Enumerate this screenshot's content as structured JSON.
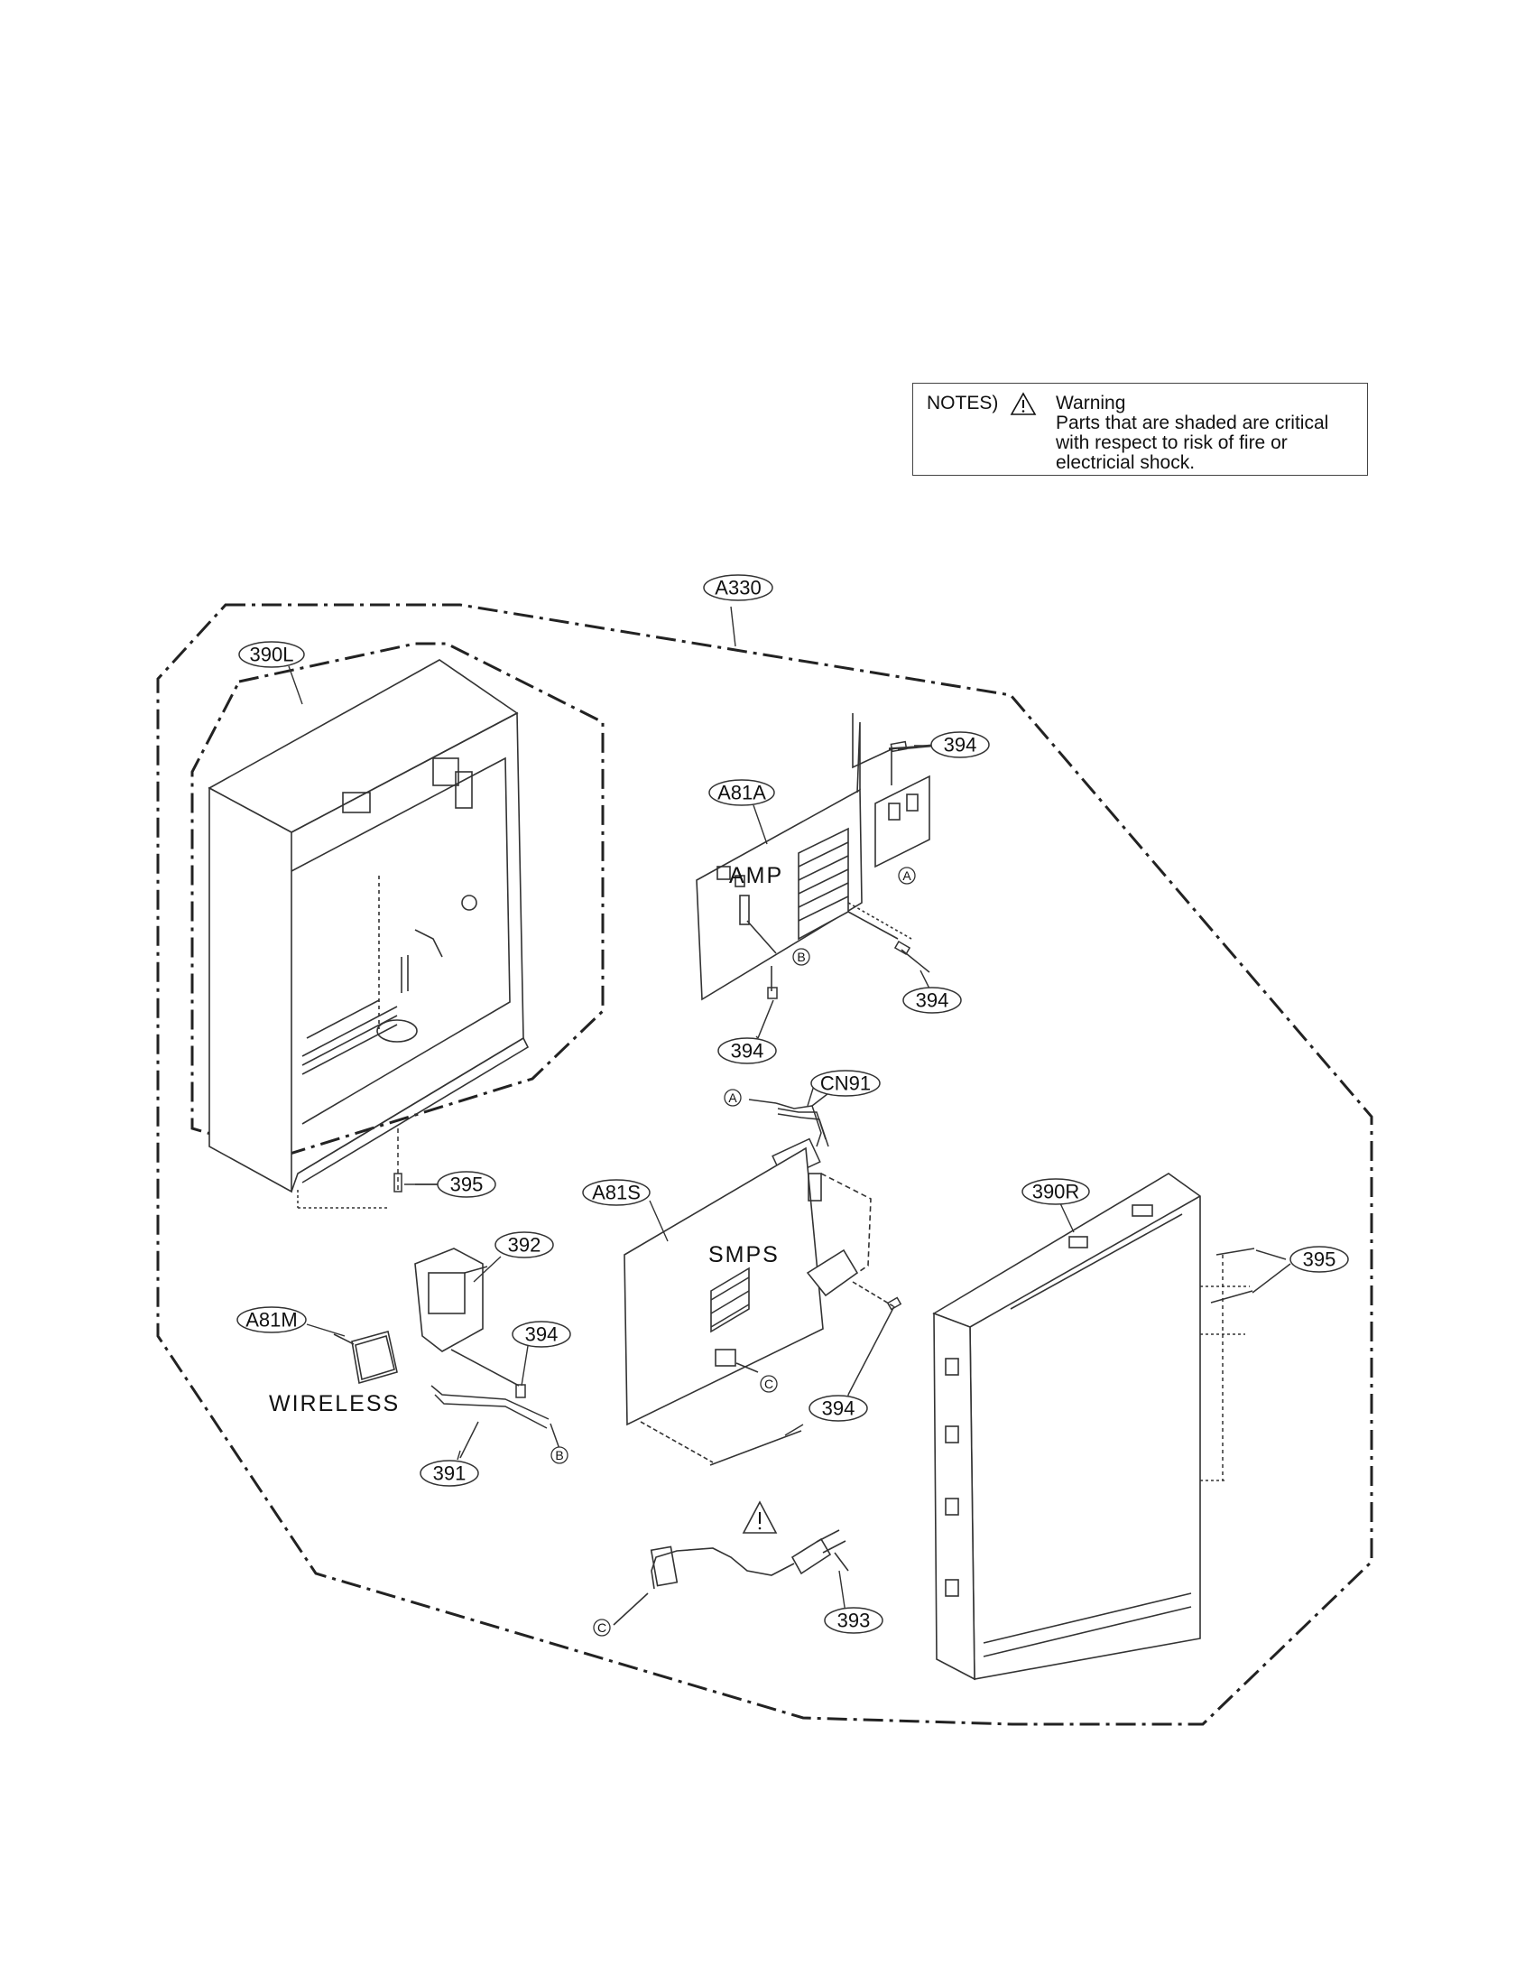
{
  "notes": {
    "label": "NOTES)",
    "title": "Warning",
    "lines": [
      "Parts that are shaded are critical",
      "with respect to risk of fire or",
      "electricial shock."
    ]
  },
  "callouts": {
    "a330": "A330",
    "p390l": "390L",
    "p394_top": "394",
    "a81a": "A81A",
    "p394_right": "394",
    "p394_mid": "394",
    "cn91": "CN91",
    "a81s": "A81S",
    "p390r": "390R",
    "p395_left": "395",
    "p395_right": "395",
    "p392": "392",
    "a81m": "A81M",
    "p394_lower": "394",
    "p394_smps": "394",
    "p391": "391",
    "p393": "393"
  },
  "board_labels": {
    "amp": "AMP",
    "smps": "SMPS",
    "wireless": "WIRELESS"
  },
  "connector_marks": {
    "a1": "A",
    "a2": "A",
    "b1": "B",
    "b2": "B",
    "c1": "C",
    "c2": "C"
  },
  "icons": [
    "warning-triangle-icon"
  ]
}
